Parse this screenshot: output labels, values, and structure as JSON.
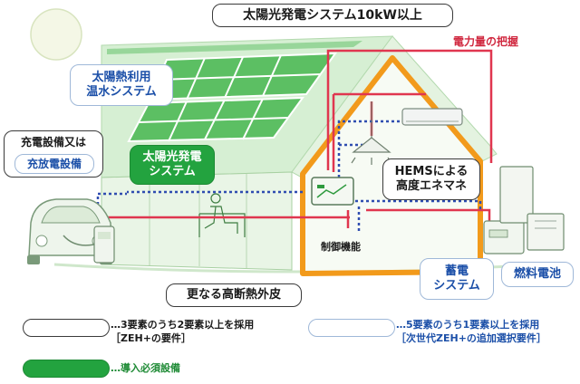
{
  "labels": {
    "solar_10kw": "太陽光発電システム10kW以上",
    "power_monitor": "電力量の把握",
    "solar_thermal_line1": "太陽熱利用",
    "solar_thermal_line2": "温水システム",
    "charging_line1": "充電設備又は",
    "charging_line2": "充放電設備",
    "pv_system_line1": "太陽光発電",
    "pv_system_line2": "システム",
    "hems_line1": "HEMSによる",
    "hems_line2": "高度エネマネ",
    "control": "制御機能",
    "insulation": "更なる高断熱外皮",
    "storage_line1": "蓄電",
    "storage_line2": "システム",
    "fuel_cell": "燃料電池"
  },
  "legend": {
    "black_line1": "…3要素のうち2要素以上を採用",
    "black_line2": "［ZEH+の要件］",
    "blue_line1": "…5要素のうち1要素以上を採用",
    "blue_line2": "［次世代ZEH+の追加選択要件］",
    "green_line1": "…導入必須設備"
  },
  "colors": {
    "required_equipment": "#23a33f",
    "zeh_plus_requirement_text": "#1a1a1a",
    "next_gen_option_text": "#1b4fa8",
    "power_line": "#e0364f",
    "communication_line": "#2f4db0",
    "insulation_frame": "#f29a1b",
    "power_monitor_text": "#d0283f"
  },
  "icons": [
    "sun-icon",
    "solar-panel-icon",
    "ev-car-icon",
    "charger-icon",
    "air-conditioner-icon",
    "ceiling-lamp-icon",
    "hems-monitor-icon",
    "battery-icon",
    "fuel-cell-icon",
    "person-icon",
    "house-icon"
  ]
}
